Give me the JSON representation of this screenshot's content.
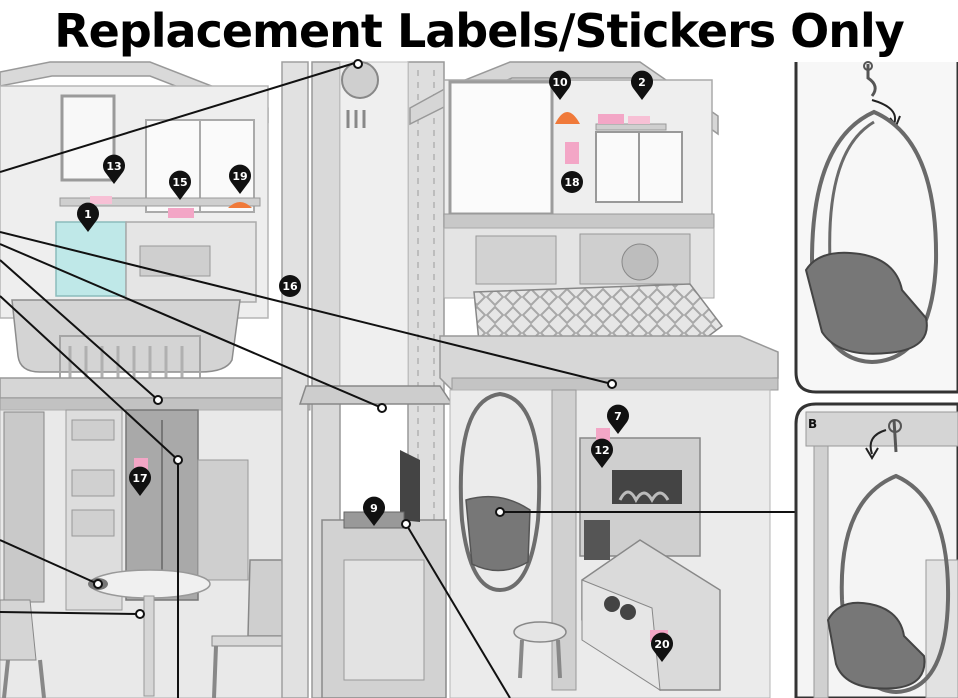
{
  "title": "Replacement Labels/Stickers Only",
  "markers": [
    {
      "id": "m1",
      "label": "1"
    },
    {
      "id": "m2",
      "label": "2"
    },
    {
      "id": "m7",
      "label": "7"
    },
    {
      "id": "m9",
      "label": "9"
    },
    {
      "id": "m10",
      "label": "10"
    },
    {
      "id": "m12",
      "label": "12"
    },
    {
      "id": "m13",
      "label": "13"
    },
    {
      "id": "m15",
      "label": "15"
    },
    {
      "id": "m16",
      "label": "16"
    },
    {
      "id": "m17",
      "label": "17"
    },
    {
      "id": "m18",
      "label": "18"
    },
    {
      "id": "m19",
      "label": "19"
    },
    {
      "id": "m20",
      "label": "20"
    }
  ],
  "detail_panel_label": "B",
  "colors": {
    "marker": "#111111",
    "house": "#cfcfcf",
    "outline": "#8a8a8a",
    "panel_border": "#333333",
    "teal_kitchen": "#bfe8e8",
    "sticker_orange": "#f07a3a",
    "sticker_pink": "#f3a6c6"
  }
}
